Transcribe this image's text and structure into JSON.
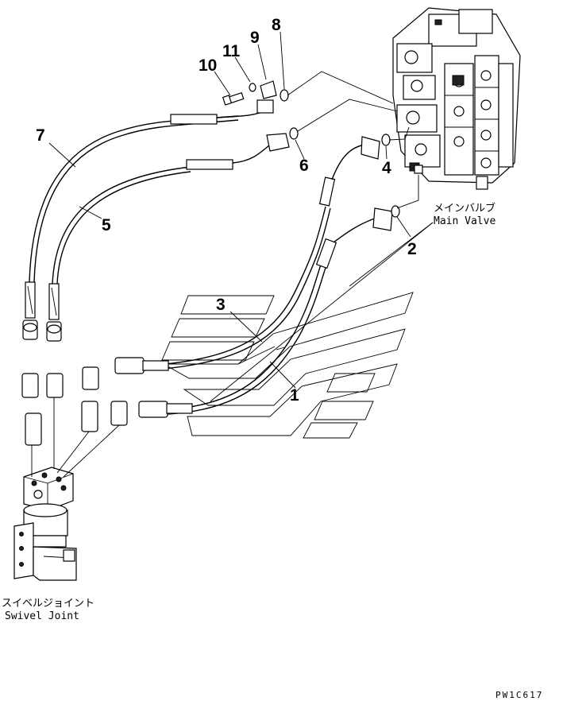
{
  "callouts": [
    "1",
    "2",
    "3",
    "4",
    "5",
    "6",
    "7",
    "8",
    "9",
    "10",
    "11"
  ],
  "main_valve": {
    "jp": "メインバルブ",
    "en": "Main Valve"
  },
  "swivel_joint": {
    "jp": "スイベルジョイント",
    "en": "Swivel Joint"
  },
  "drawing_code": "PW1C617"
}
